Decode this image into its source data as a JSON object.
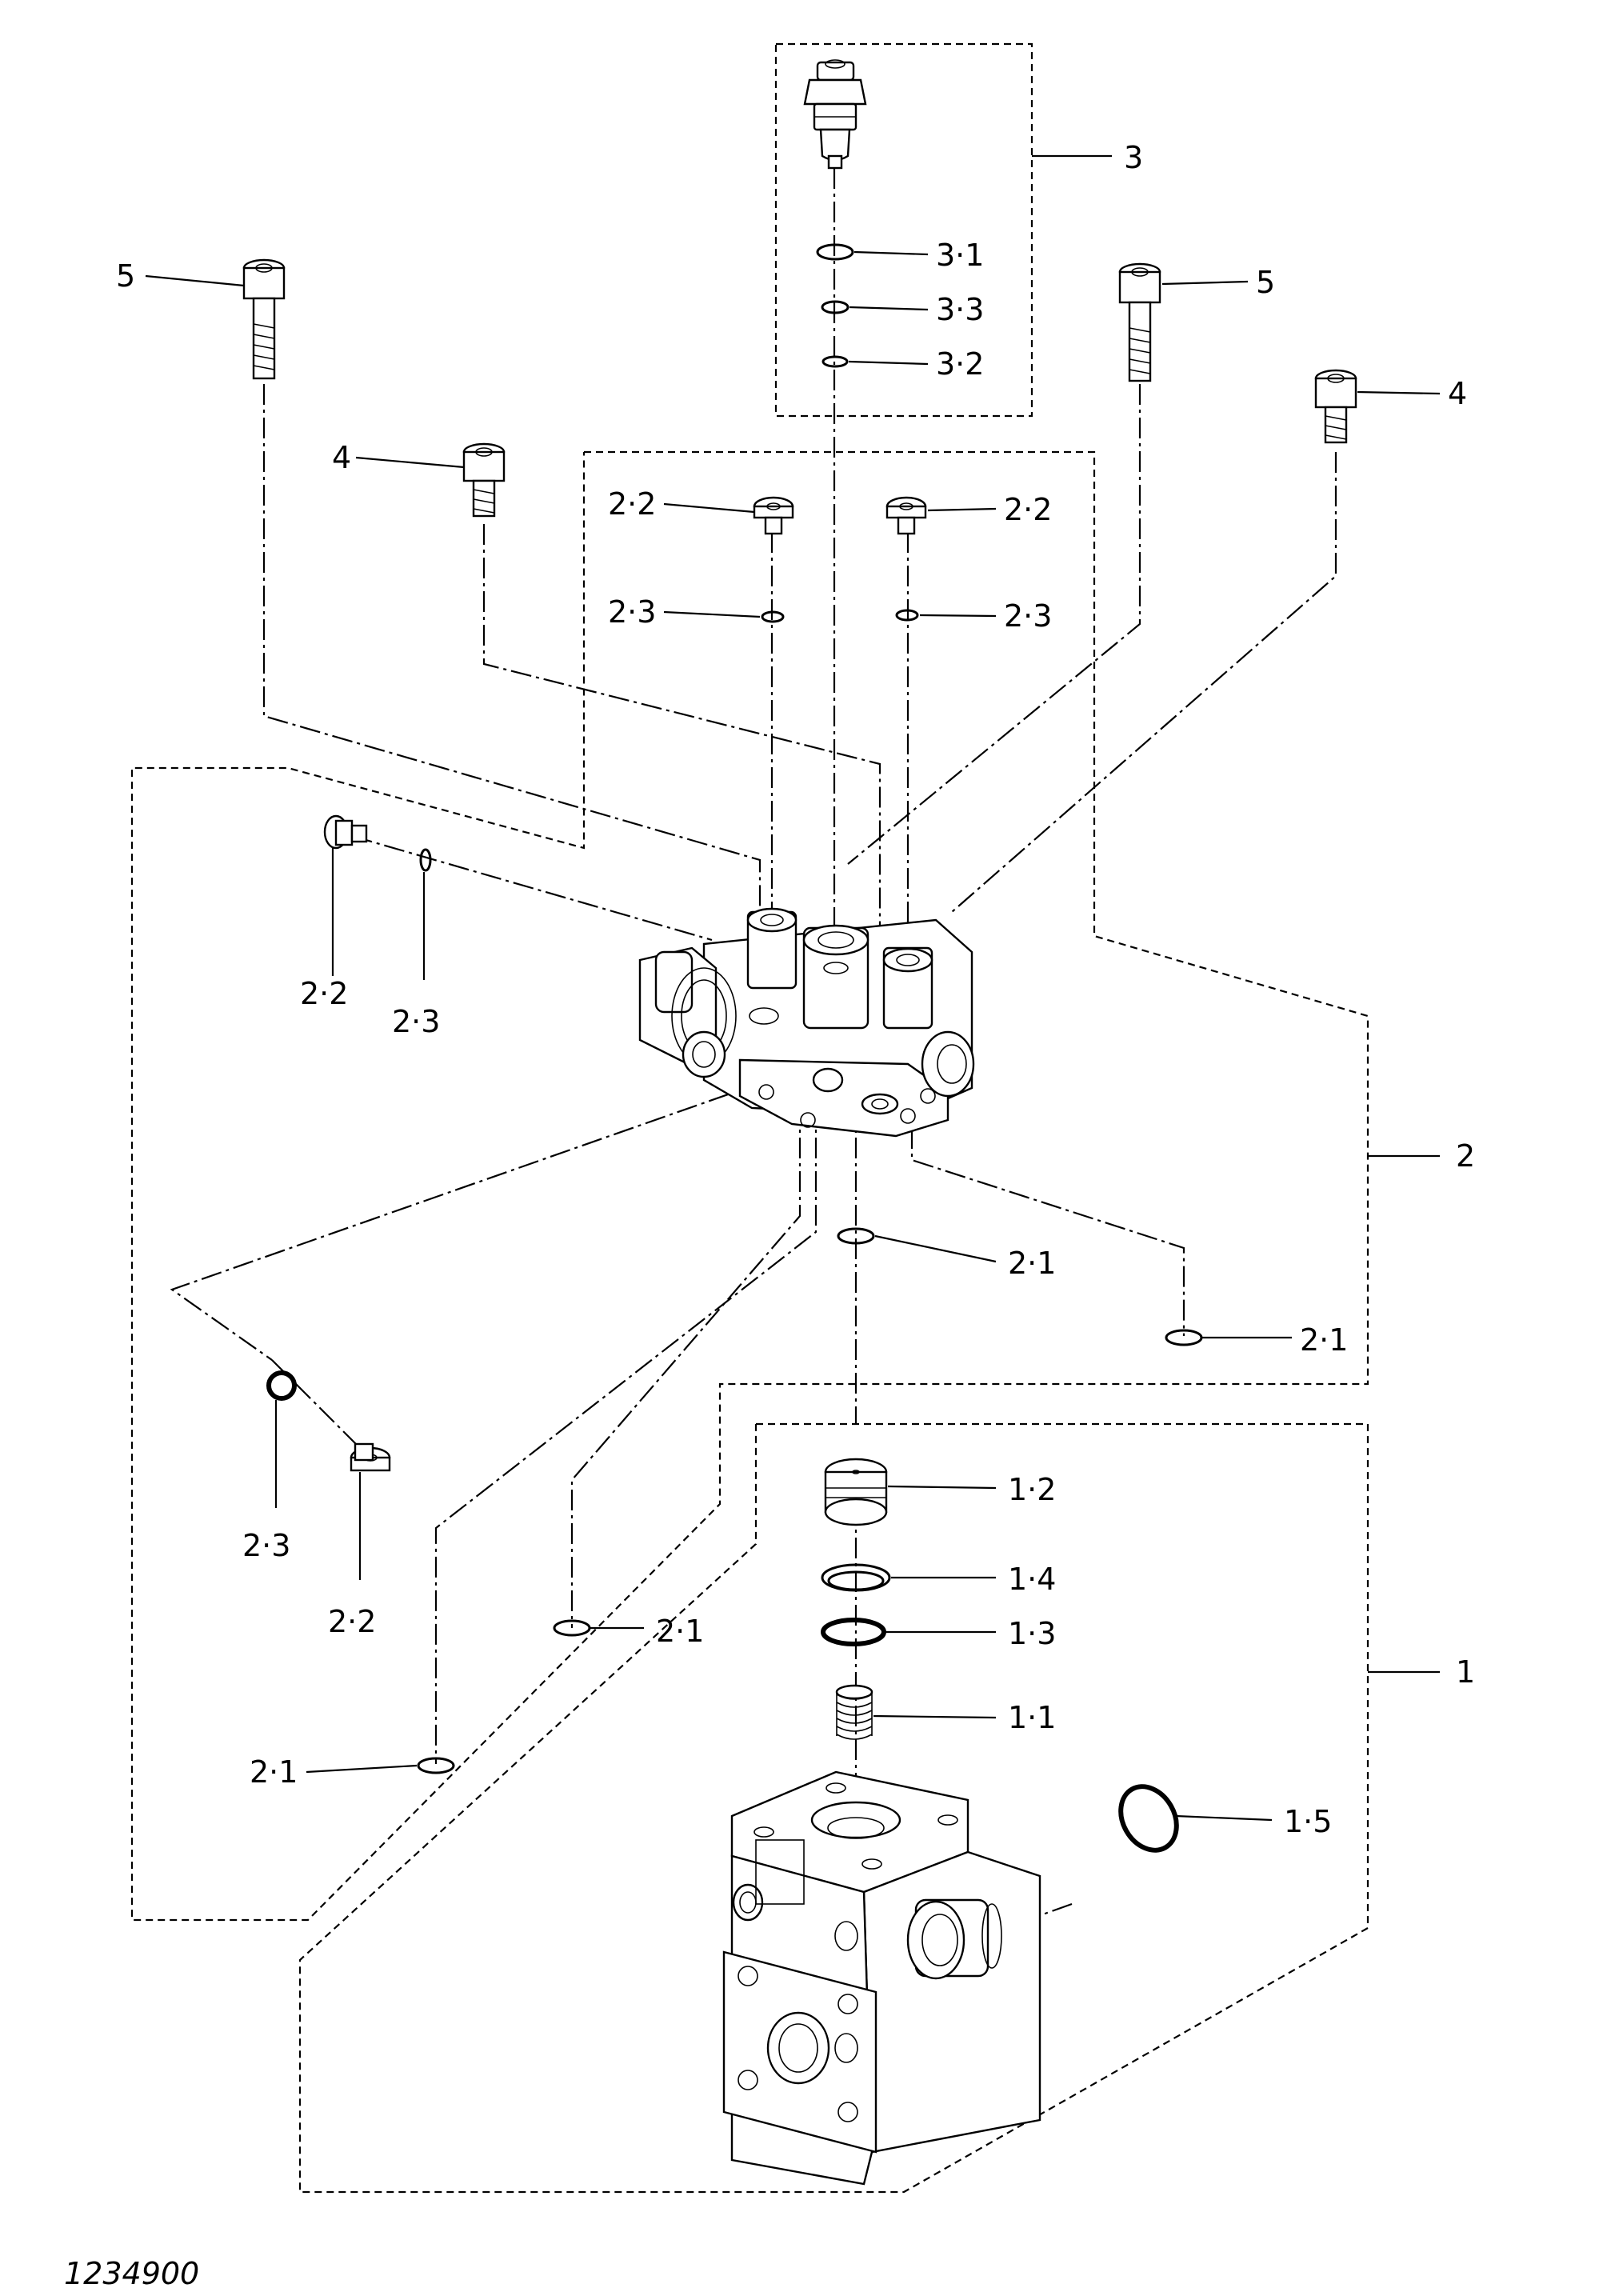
{
  "figure_number": "1234900",
  "callouts": {
    "p1": "1",
    "p1_1": "1·1",
    "p1_2": "1·2",
    "p1_3": "1·3",
    "p1_4": "1·4",
    "p1_5": "1·5",
    "p2": "2",
    "p2_1": "2·1",
    "p2_2": "2·2",
    "p2_3": "2·3",
    "p3": "3",
    "p3_1": "3·1",
    "p3_2": "3·2",
    "p3_3": "3·3",
    "p4": "4",
    "p5": "5"
  }
}
